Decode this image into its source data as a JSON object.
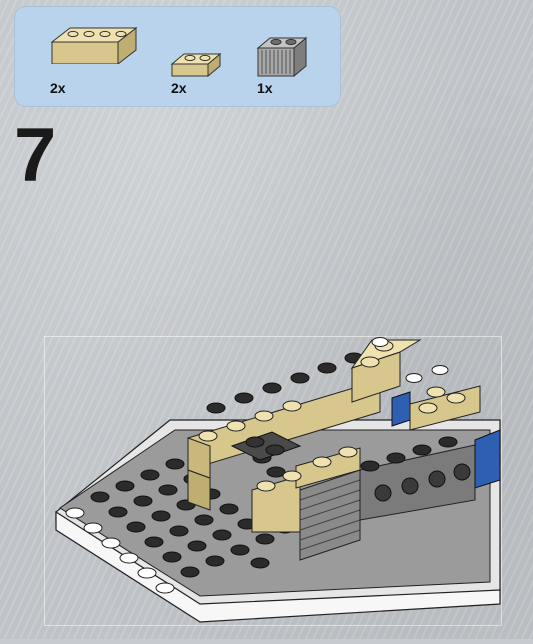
{
  "step": {
    "number": "7"
  },
  "parts_panel": {
    "background": "#b9d3ec",
    "items": [
      {
        "icon": "tan-brick-1x4-icon",
        "color": "#e5d49b",
        "quantity": "2x"
      },
      {
        "icon": "tan-plate-1x2-icon",
        "color": "#e5d49b",
        "quantity": "2x"
      },
      {
        "icon": "gray-grille-1x2-icon",
        "color": "#9b9b9b",
        "quantity": "1x"
      }
    ]
  },
  "model": {
    "name": "assembly-model-illustration"
  }
}
